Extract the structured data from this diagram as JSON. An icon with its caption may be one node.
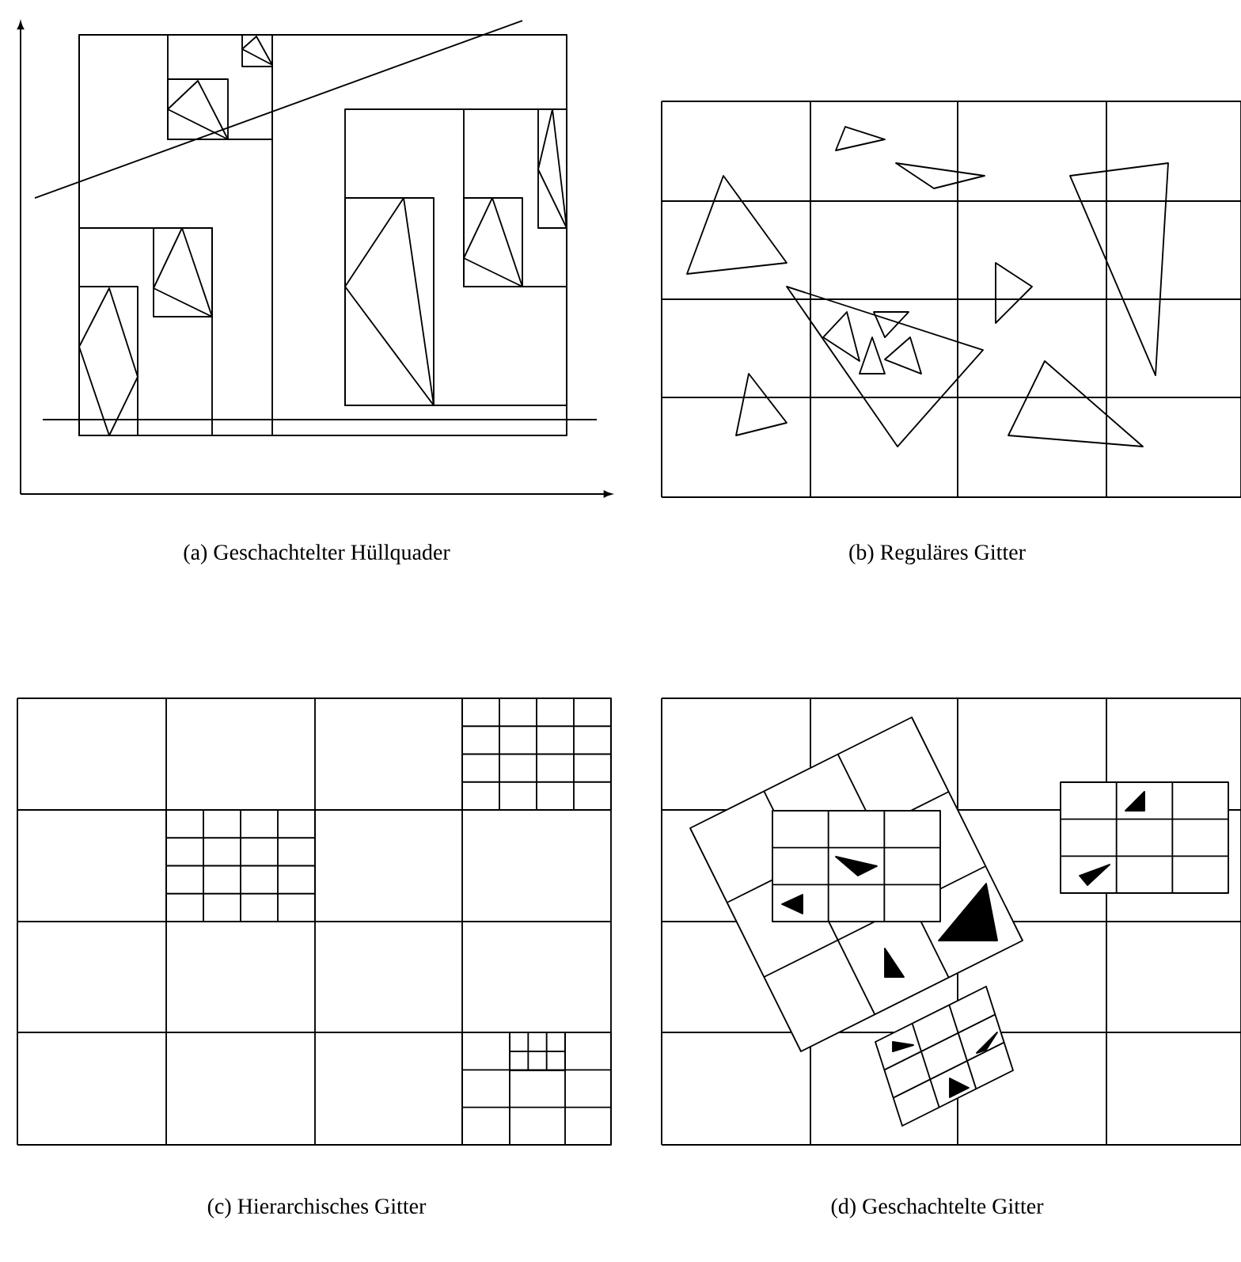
{
  "diagram": {
    "labels": [
      "(a) Geschachtelter Hüllquader",
      "(b) Reguläres Gitter",
      "(c) Hierarchisches Gitter",
      "(d) Geschachtelte Gitter"
    ]
  }
}
